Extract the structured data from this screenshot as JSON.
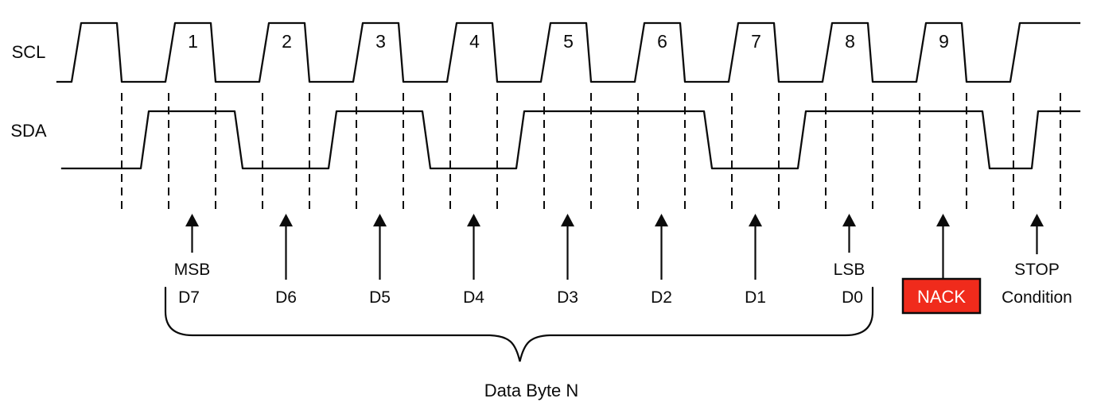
{
  "signals": {
    "scl": "SCL",
    "sda": "SDA"
  },
  "clock_numbers": [
    "1",
    "2",
    "3",
    "4",
    "5",
    "6",
    "7",
    "8",
    "9"
  ],
  "bits": {
    "msb": "MSB",
    "lsb": "LSB",
    "names": [
      "D7",
      "D6",
      "D5",
      "D4",
      "D3",
      "D2",
      "D1",
      "D0"
    ]
  },
  "nack": {
    "label": "NACK",
    "fill": "#F02B1C",
    "text_color": "#FFFFFF"
  },
  "stop": {
    "line1": "STOP",
    "line2": "Condition"
  },
  "brace_label": "Data Byte N",
  "colors": {
    "line": "#0B0B0B",
    "background": "#FFFFFF"
  },
  "waveform": {
    "numbered_clock_pulses": 9,
    "unnumbered_lead_pulse": true,
    "sda_bit_values": {
      "D7": 1,
      "D6": 0,
      "D5": 1,
      "D4": 0,
      "D3": 1,
      "D2": 1,
      "D1": 0,
      "D0": 1,
      "NACK": 1
    }
  }
}
